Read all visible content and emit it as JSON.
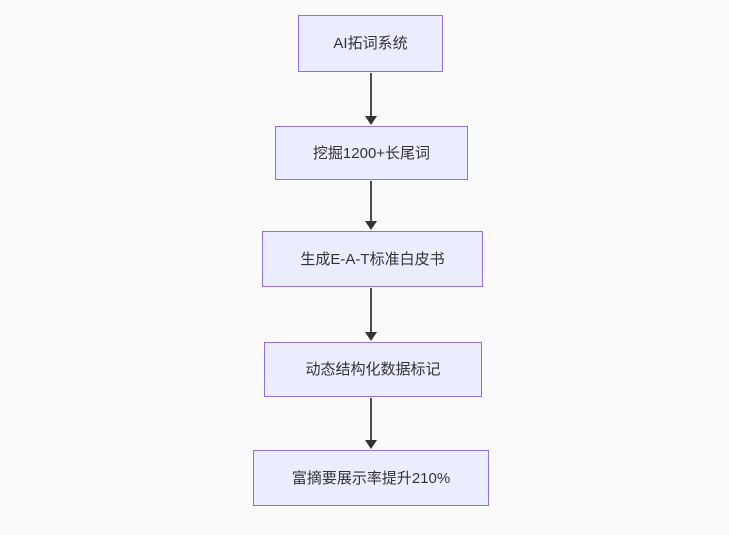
{
  "diagram": {
    "type": "flowchart",
    "direction": "top-down",
    "nodes": [
      {
        "id": "n1",
        "label": "AI拓词系统"
      },
      {
        "id": "n2",
        "label": "挖掘1200+长尾词"
      },
      {
        "id": "n3",
        "label": "生成E-A-T标准白皮书"
      },
      {
        "id": "n4",
        "label": "动态结构化数据标记"
      },
      {
        "id": "n5",
        "label": "富摘要展示率提升210%"
      }
    ],
    "edges": [
      {
        "from": "n1",
        "to": "n2"
      },
      {
        "from": "n2",
        "to": "n3"
      },
      {
        "from": "n3",
        "to": "n4"
      },
      {
        "from": "n4",
        "to": "n5"
      }
    ],
    "colors": {
      "background": "#fafafa",
      "node_fill": "#ececff",
      "node_border": "#9370db",
      "text": "#333333",
      "arrow_line": "#4d4d4d",
      "arrow_head": "#333333"
    }
  }
}
